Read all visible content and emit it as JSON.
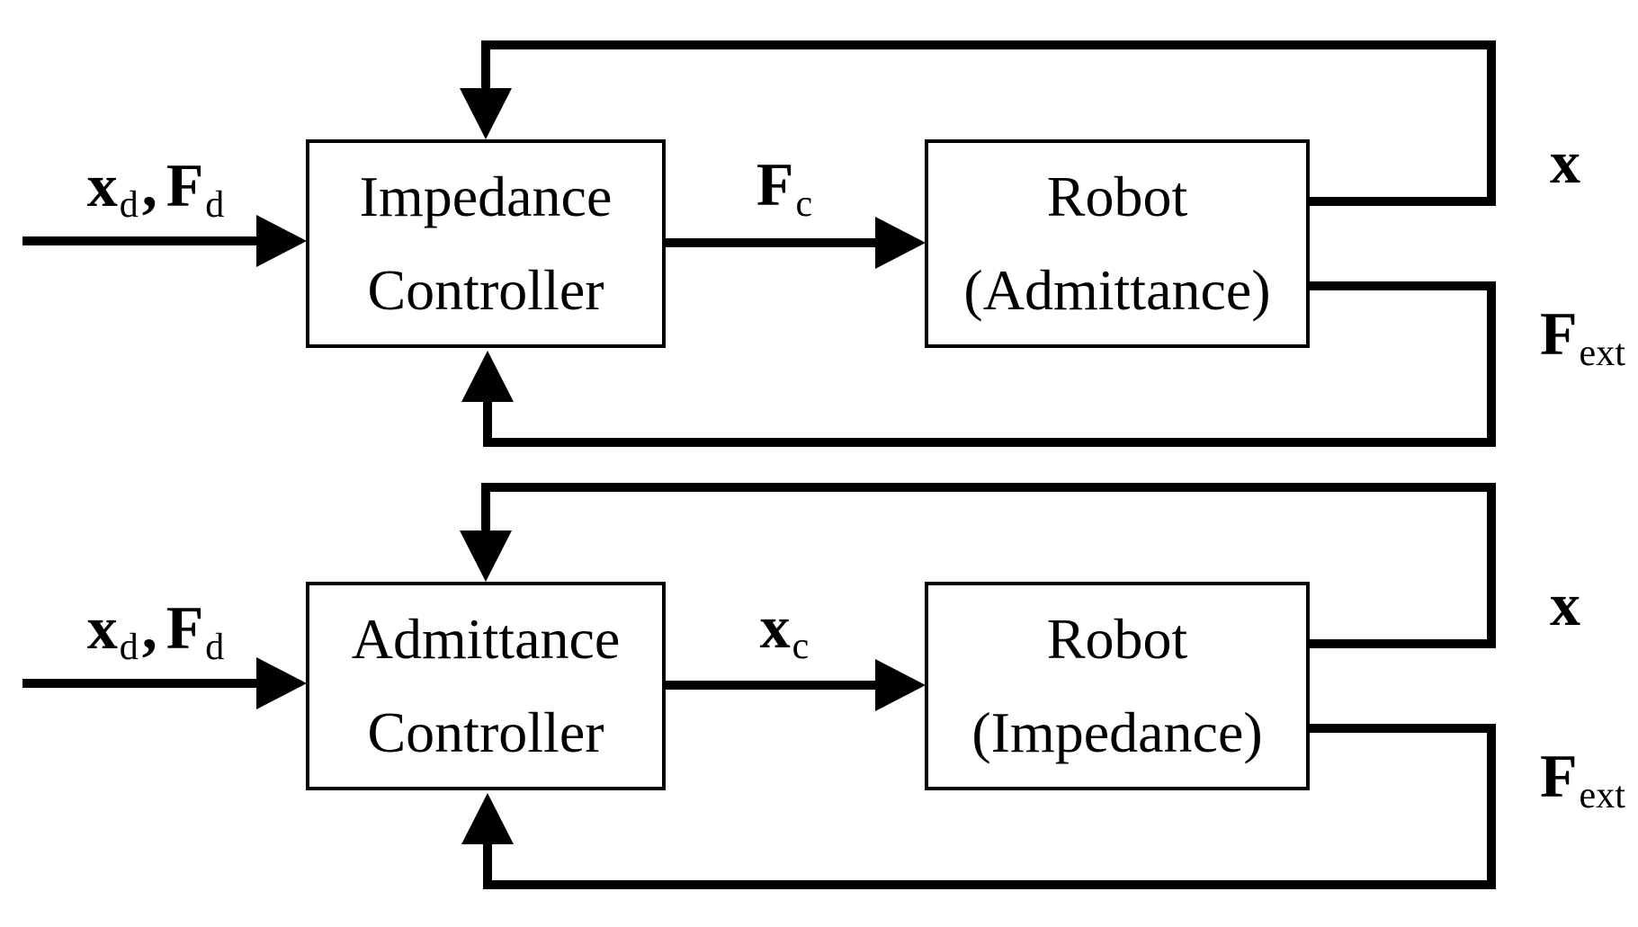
{
  "colors": {
    "ink": "#000000",
    "background": "#ffffff"
  },
  "diagrams": [
    {
      "id": "impedance-control-scheme",
      "controller": {
        "line1": "Impedance",
        "line2": "Controller"
      },
      "robot": {
        "line1": "Robot",
        "line2": "(Admittance)"
      },
      "input_label": {
        "var1": "x",
        "sub1": "d",
        "separator": ",",
        "var2": "F",
        "sub2": "d"
      },
      "command_label": {
        "var": "F",
        "sub": "c"
      },
      "position_output_label": {
        "var": "x"
      },
      "force_output_label": {
        "var": "F",
        "sub": "ext"
      }
    },
    {
      "id": "admittance-control-scheme",
      "controller": {
        "line1": "Admittance",
        "line2": "Controller"
      },
      "robot": {
        "line1": "Robot",
        "line2": "(Impedance)"
      },
      "input_label": {
        "var1": "x",
        "sub1": "d",
        "separator": ",",
        "var2": "F",
        "sub2": "d"
      },
      "command_label": {
        "var": "x",
        "sub": "c"
      },
      "position_output_label": {
        "var": "x"
      },
      "force_output_label": {
        "var": "F",
        "sub": "ext"
      }
    }
  ]
}
